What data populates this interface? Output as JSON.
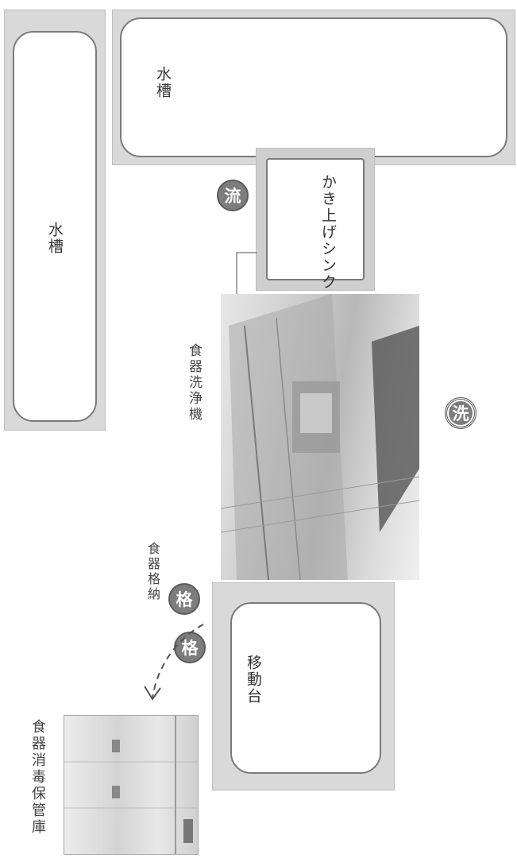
{
  "labels": {
    "tank_top": "水槽",
    "tank_left": "水槽",
    "sink": "かき上げシンク",
    "dishwasher": "食器洗浄機",
    "cart": "移動台",
    "storage": "食器格納",
    "sterilizer": "食器消毒保管庫"
  },
  "badges": {
    "flow": "流",
    "wash": "洗",
    "store_1": "格",
    "store_2": "格"
  },
  "colors": {
    "frame_fill": "#d9d9d9",
    "border": "#7a7a7a",
    "badge": "#7d7d7d"
  },
  "icons": {
    "arrow": "dashed-curved-arrow",
    "cabinet": "sterilizer-cabinet-photo",
    "machine": "dishwasher-photo"
  }
}
